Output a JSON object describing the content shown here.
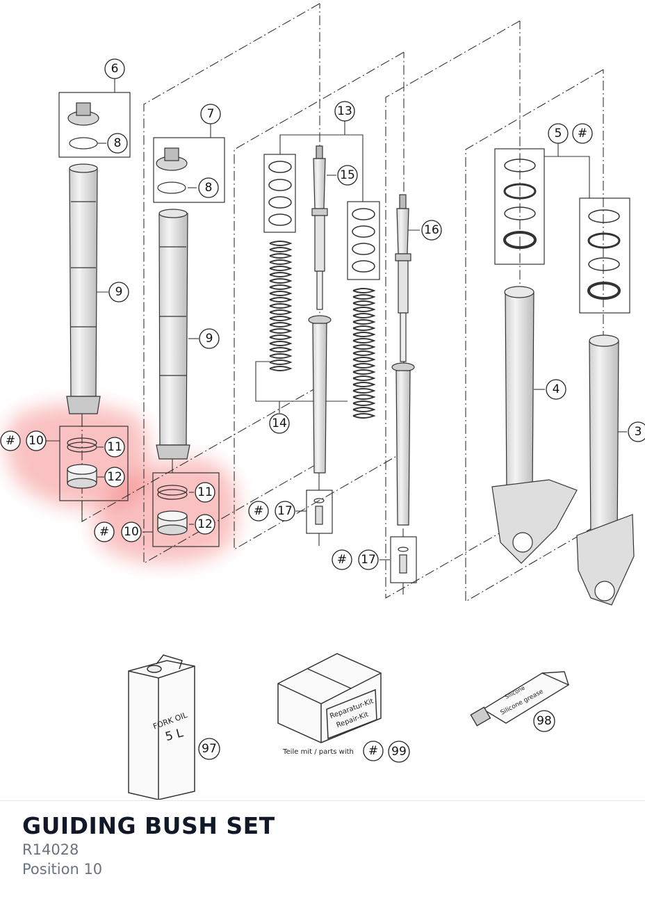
{
  "diagram": {
    "callouts": [
      "3",
      "4",
      "5",
      "6",
      "7",
      "8",
      "9",
      "10",
      "11",
      "12",
      "13",
      "14",
      "15",
      "16",
      "17",
      "97",
      "98",
      "99"
    ],
    "hash_marker": "#",
    "can_label_1": "FORK OIL",
    "can_label_2": "5 L",
    "kit_label_1": "Reparatur-Kit",
    "kit_label_2": "Repair-Kit",
    "parts_with": "Teile mit / parts with",
    "tube_label_1": "Silicone",
    "tube_label_2": "Silicone grease",
    "highlight_color": "#ef4444"
  },
  "part": {
    "name": "GUIDING BUSH SET",
    "number": "R14028",
    "position": "Position 10"
  }
}
